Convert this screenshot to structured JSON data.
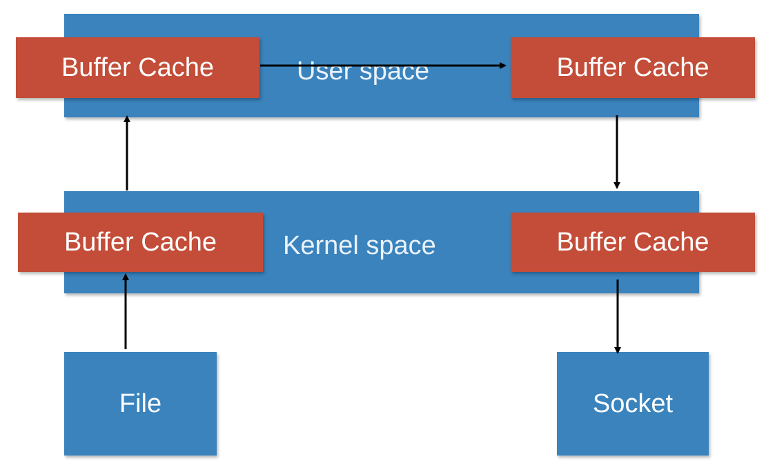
{
  "diagram": {
    "user_space": {
      "label": "User space"
    },
    "kernel_space": {
      "label": "Kernel space"
    },
    "user_buffer_left": {
      "label": "Buffer Cache"
    },
    "user_buffer_right": {
      "label": "Buffer Cache"
    },
    "kernel_buffer_left": {
      "label": "Buffer Cache"
    },
    "kernel_buffer_right": {
      "label": "Buffer Cache"
    },
    "file": {
      "label": "File"
    },
    "socket": {
      "label": "Socket"
    }
  },
  "colors": {
    "space_fill": "#3a83bd",
    "buffer_fill": "#c34d38",
    "text": "#ffffff",
    "arrow": "#000000"
  }
}
